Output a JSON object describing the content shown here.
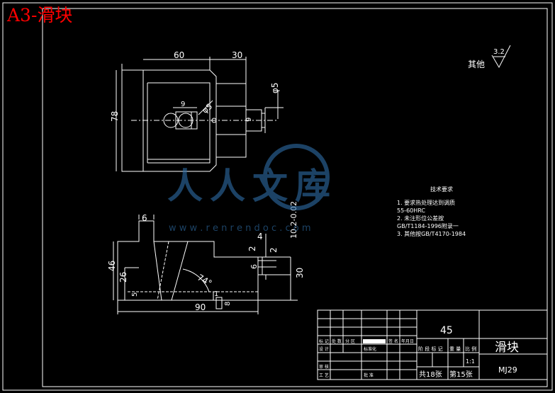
{
  "title": "A3-滑块",
  "colors": {
    "background": "#000000",
    "line": "#ffffff",
    "accent": "#ff0000",
    "watermark": "#2f6fa8"
  },
  "roughness": {
    "value": "3.2",
    "prefix": "其他"
  },
  "top_view": {
    "dim_width_left": "60",
    "dim_width_right": "30",
    "dim_height": "78",
    "dim_hole_dia": "φ5",
    "dim_pin_dia": "φ5",
    "dim_small_9a": "9",
    "dim_small_9b": "9"
  },
  "front_view": {
    "dim_top": "6",
    "dim_height": "46",
    "dim_mid": "26",
    "dim_base": "5",
    "dim_length": "90",
    "dim_angle": "74°",
    "dim_1": "1",
    "dim_pin": "8",
    "dim_4": "4",
    "dim_2a": "2",
    "dim_2b": "2",
    "dim_slot": "10.2-0.02",
    "dim_6": "6",
    "dim_30": "30"
  },
  "tech_req": {
    "heading": "技术要求",
    "lines": [
      "1. 要求热处理达到调质",
      "55-60HRC",
      "2. 未注形位公差按",
      "GB/T1184-1996附录一",
      "3. 其他按GB/T4170-1984"
    ]
  },
  "title_block": {
    "material": "45",
    "part_name": "滑块",
    "drawing_no": "MJ29",
    "scale": "1:1",
    "total_sheets": "共18张",
    "sheet_no": "第15张",
    "headers": [
      "标 记",
      "处 数",
      "分 区",
      "",
      "签 名",
      "年月日"
    ],
    "labels": {
      "design": "设 计",
      "standard": "标准化",
      "stage": "阶 段 标 记",
      "weight": "重 量",
      "ratio": "比 例",
      "review": "审 核",
      "process": "工 艺",
      "approve": "批 准"
    }
  },
  "watermark": {
    "text": "人人文库",
    "url": "w w w . r e n r e n d o c . c o m"
  }
}
